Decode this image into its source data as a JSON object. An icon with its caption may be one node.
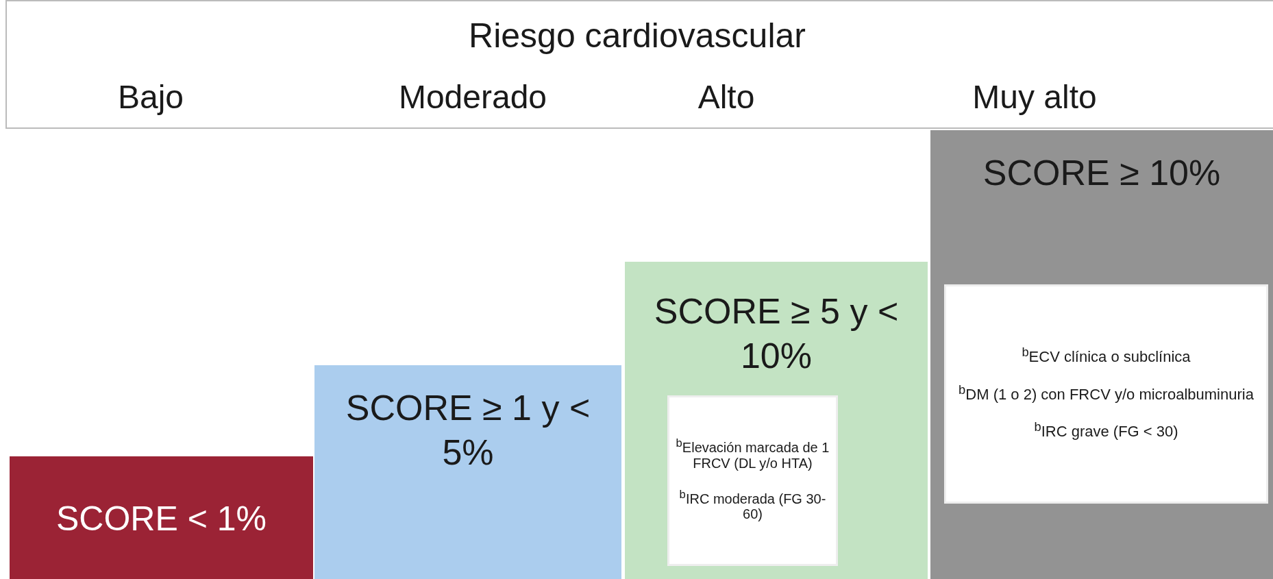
{
  "diagram": {
    "nodes": [
      {
        "text": [
          "Riesgo cardiovascular",
          "Bajo",
          "Moderado",
          "Alto",
          "Muy alto"
        ]
      },
      {
        "text": [
          "SCORE < 1%"
        ]
      },
      {
        "text": [
          "SCORE ≥ 1 y < 5%"
        ]
      },
      {
        "text": [
          "SCORE ≥ 5 y < 10%"
        ]
      },
      {
        "text": [
          "$^{b}$Elevación marcada de 1 FRCV (DL y/o HTA)",
          "$^{b}$IRC moderada (FG 30-60)"
        ],
        "in": 3
      },
      {
        "text": [
          "SCORE ≥ 10%"
        ]
      },
      {
        "text": [
          "$^{b}$ECV clínica o subclínica",
          "$^{b}$DM (1 o 2) con FRCV y/o microalbuminuria",
          "$^{b}$IRC grave (FG < 30)"
        ],
        "in": 5
      }
    ]
  }
}
